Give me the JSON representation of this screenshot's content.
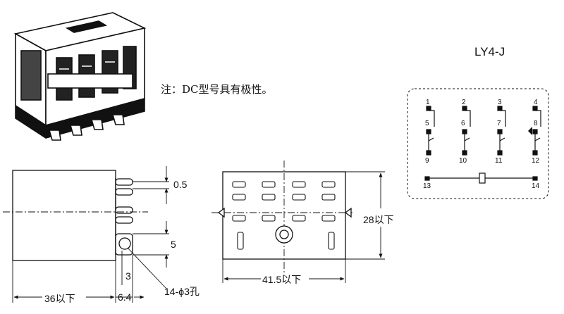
{
  "note": "注：DC型号具有极性。",
  "model": "LY4-J",
  "dimensions": {
    "pin_width": "0.5",
    "pin_pitch": "5",
    "hole_offset": "3",
    "depth": "36以下",
    "pin_length": "6.4",
    "holes": "14-ϕ3孔",
    "width": "41.5以下",
    "height": "28以下"
  },
  "terminals": {
    "top": [
      "1",
      "2",
      "3",
      "4"
    ],
    "no": [
      "5",
      "6",
      "7",
      "8"
    ],
    "com": [
      "9",
      "10",
      "11",
      "12"
    ],
    "coil_left": "13",
    "coil_right": "14"
  }
}
